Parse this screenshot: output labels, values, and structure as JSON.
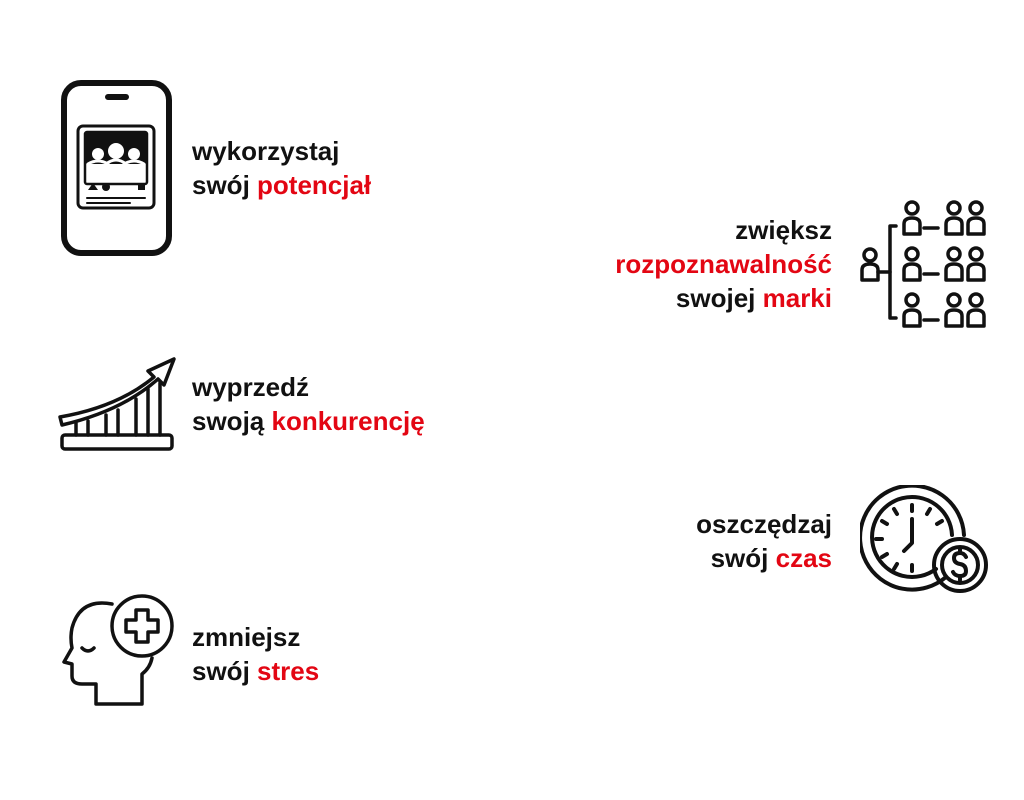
{
  "colors": {
    "text": "#111111",
    "highlight": "#e30613",
    "background": "#ffffff"
  },
  "benefits": [
    {
      "icon": "smartphone-photo-icon",
      "line1": "wykorzystaj",
      "line2_prefix": "swój ",
      "line2_highlight": "potencjał"
    },
    {
      "icon": "people-network-icon",
      "line1": "zwiększ",
      "line2_highlight": "rozpoznawalność",
      "line3_prefix": "swojej ",
      "line3_highlight": "marki"
    },
    {
      "icon": "growth-chart-arrow-icon",
      "line1": "wyprzedź",
      "line2_prefix": "swoją ",
      "line2_highlight": "konkurencję"
    },
    {
      "icon": "clock-dollar-icon",
      "line1": "oszczędzaj",
      "line2_prefix": "swój ",
      "line2_highlight": "czas"
    },
    {
      "icon": "head-plus-icon",
      "line1": "zmniejsz",
      "line2_prefix": "swój ",
      "line2_highlight": "stres"
    }
  ]
}
